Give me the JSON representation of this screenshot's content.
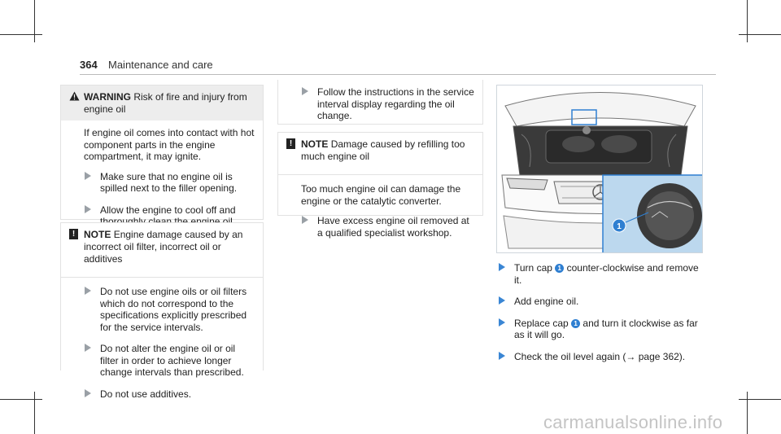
{
  "header": {
    "page_number": "364",
    "section_title": "Maintenance and care"
  },
  "warning_box": {
    "heading_label": "WARNING",
    "heading_text": "Risk of fire and injury from engine oil",
    "body_text": "If engine oil comes into contact with hot component parts in the engine compartment, it may ignite.",
    "steps": [
      "Make sure that no engine oil is spilled next to the filler opening.",
      "Allow the engine to cool off and thoroughly clean the engine oil from component parts before starting the vehicle."
    ]
  },
  "note_box_1": {
    "badge": "!",
    "heading_label": "NOTE",
    "heading_text": "Engine damage caused by an incorrect oil filter, incorrect oil or additives",
    "steps": [
      "Do not use engine oils or oil filters which do not correspond to the specifications explicitly prescribed for the service intervals.",
      "Do not alter the engine oil or oil filter in order to achieve longer change intervals than prescribed.",
      "Do not use additives."
    ]
  },
  "continued_box": {
    "steps": [
      "Follow the instructions in the service interval display regarding the oil change."
    ]
  },
  "note_box_2": {
    "badge": "!",
    "heading_label": "NOTE",
    "heading_text": "Damage caused by refilling too much engine oil",
    "body_text": "Too much engine oil can damage the engine or the catalytic converter.",
    "steps": [
      "Have excess engine oil removed at a qualified specialist workshop."
    ]
  },
  "figure": {
    "callout_label": "1"
  },
  "procedure": {
    "steps": [
      {
        "before": "Turn cap",
        "callout": "1",
        "after": "counter-clockwise and remove it."
      },
      {
        "before": "Add engine oil.",
        "callout": "",
        "after": ""
      },
      {
        "before": "Replace cap",
        "callout": "1",
        "after": "and turn it clockwise as far as it will go."
      },
      {
        "before": "Check the oil level again (→ page 362).",
        "callout": "",
        "after": ""
      }
    ]
  },
  "watermark": "carmanualsonline.info",
  "colors": {
    "accent_blue": "#3a86d4",
    "box_heading_bg": "#ededed",
    "inset_bg": "#bcd8ee"
  }
}
